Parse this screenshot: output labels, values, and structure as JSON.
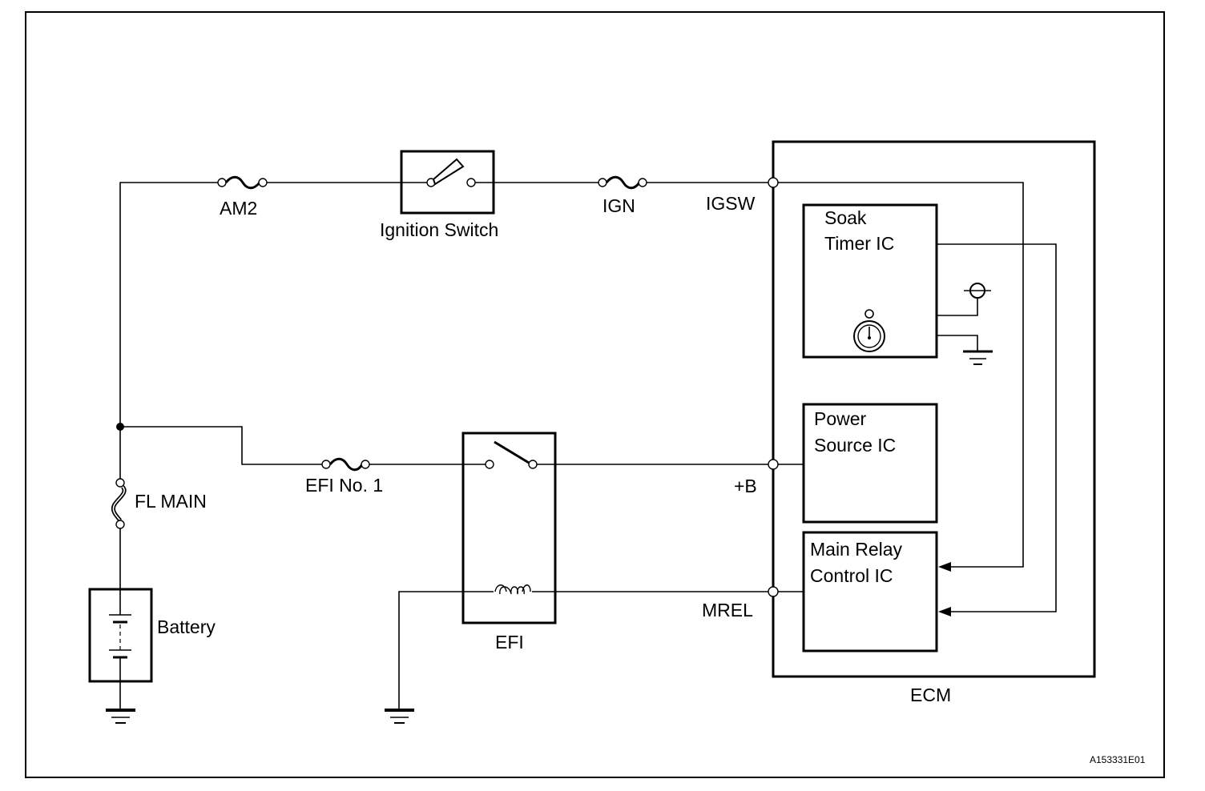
{
  "diagram": {
    "type": "wiring-diagram",
    "figure_id": "A153331E01",
    "components": {
      "fuse_am2": "AM2",
      "ignition_switch": "Ignition Switch",
      "fuse_ign": "IGN",
      "fuse_fl_main": "FL MAIN",
      "battery": "Battery",
      "fuse_efi_no1": "EFI No. 1",
      "relay_efi": "EFI",
      "ecm": "ECM"
    },
    "ecm_terminals": {
      "igsw": "IGSW",
      "plus_b": "+B",
      "mrel": "MREL"
    },
    "ecm_blocks": {
      "soak_timer": [
        "Soak",
        "Timer IC"
      ],
      "power_source": [
        "Power",
        "Source IC"
      ],
      "main_relay_control": [
        "Main Relay",
        "Control IC"
      ]
    },
    "icons": {
      "timer": "stopwatch-icon",
      "ground": "ground-icon",
      "power": "power-supply-icon",
      "battery": "battery-cells-icon",
      "coil": "relay-coil-icon"
    }
  }
}
